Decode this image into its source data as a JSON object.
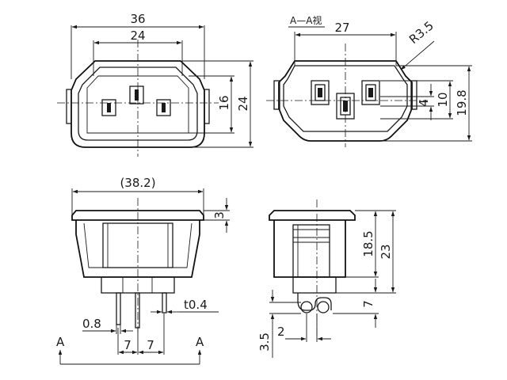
{
  "front_view": {
    "width_overall": "36",
    "width_inner": "24",
    "height_inner": "16",
    "height_overall": "24"
  },
  "section_view": {
    "title": "A—A视",
    "width": "27",
    "radius": "R3.5",
    "height_pin_gap": "4",
    "height_inner": "10",
    "height_overall": "19.8"
  },
  "bottom_view": {
    "flange_width": "(38.2)",
    "flange_thickness": "3",
    "pin_thickness": "t0.4",
    "pin_width": "0.8",
    "pin_pitch_1": "7",
    "pin_pitch_2": "7",
    "section_mark_left": "A",
    "section_mark_right": "A"
  },
  "side_view": {
    "body_height": "18.5",
    "total_height": "23",
    "pin_length": "7",
    "pin_offset": "2",
    "pin_tip": "3.5"
  }
}
